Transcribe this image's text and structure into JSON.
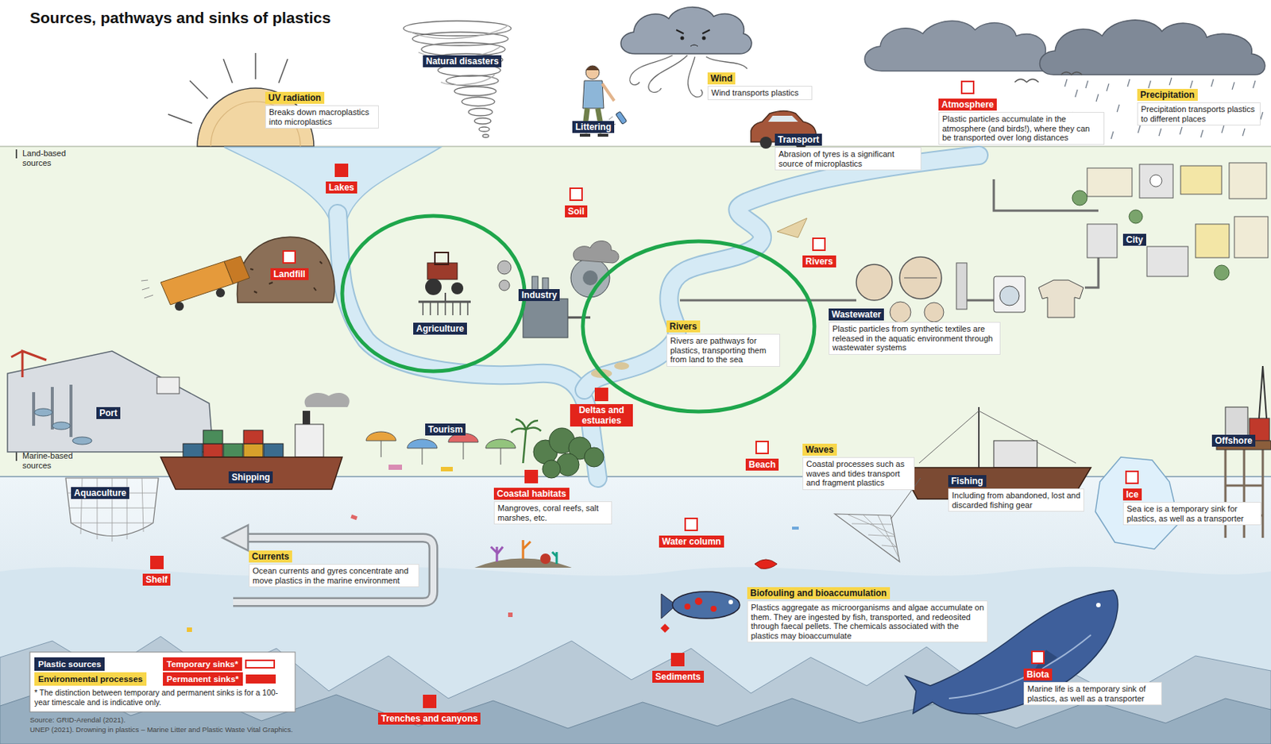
{
  "diagram": {
    "title": "Sources, pathways and sinks of plastics",
    "nodes": [
      {
        "text": [
          "UV radiation",
          "Breaks down macroplastics into microplastics"
        ]
      },
      {
        "text": [
          "Natural disasters"
        ]
      },
      {
        "text": [
          "Littering"
        ]
      },
      {
        "text": [
          "Wind",
          "Wind transports plastics"
        ]
      },
      {
        "text": [
          "Transport",
          "Abrasion of tyres is a significant source of microplastics"
        ]
      },
      {
        "text": [
          "Atmosphere",
          "Plastic particles accumulate in the atmosphere (and birds!), where they can be transported over long distances"
        ]
      },
      {
        "text": [
          "Precipitation",
          "Precipitation transports plastics to different places"
        ]
      },
      {
        "text": [
          "Lakes"
        ]
      },
      {
        "text": [
          "Soil"
        ]
      },
      {
        "text": [
          "Landfill"
        ]
      },
      {
        "text": [
          "Rivers"
        ]
      },
      {
        "text": [
          "City"
        ]
      },
      {
        "text": [
          "Industry"
        ]
      },
      {
        "text": [
          "Agriculture"
        ]
      },
      {
        "text": [
          "Rivers",
          "Rivers are pathways for plastics, transporting them from land to the sea"
        ]
      },
      {
        "text": [
          "Wastewater",
          "Plastic particles from synthetic textiles are released in the aquatic environment through wastewater systems"
        ]
      },
      {
        "text": [
          "Port"
        ]
      },
      {
        "text": [
          "Deltas and estuaries"
        ]
      },
      {
        "text": [
          "Tourism"
        ]
      },
      {
        "text": [
          "Offshore"
        ]
      },
      {
        "text": [
          "Waves",
          "Coastal processes such as waves and tides transport and fragment plastics"
        ]
      },
      {
        "text": [
          "Beach"
        ]
      },
      {
        "text": [
          "Shipping"
        ]
      },
      {
        "text": [
          "Fishing",
          "Including from abandoned, lost and discarded fishing gear"
        ]
      },
      {
        "text": [
          "Coastal habitats",
          "Mangroves, coral reefs, salt marshes, etc."
        ]
      },
      {
        "text": [
          "Aquaculture"
        ]
      },
      {
        "text": [
          "Ice",
          "Sea ice is a temporary sink for plastics, as well as a transporter"
        ]
      },
      {
        "text": [
          "Water column"
        ]
      },
      {
        "text": [
          "Currents",
          "Ocean currents and gyres concentrate and move plastics in the marine environment"
        ]
      },
      {
        "text": [
          "Shelf"
        ]
      },
      {
        "text": [
          "Biofouling and bioaccumulation",
          "Plastics aggregate as microorganisms and algae accumulate on them. They are ingested by fish, transported, and redeosited through faecal pellets. The chemicals associated with the plastics may bioaccumulate"
        ]
      },
      {
        "text": [
          "Sediments"
        ]
      },
      {
        "text": [
          "Biota",
          "Marine life is a temporary sink of plastics, as well as a transporter"
        ]
      },
      {
        "text": [
          "Trenches and canyons"
        ]
      }
    ],
    "labels": [
      "Land-based sources",
      "Marine-based sources",
      "* The distinction between temporary and permanent sinks is for a 100-year timescale and is indicative only.",
      "Source: GRID-Arendal (2021).",
      "UNEP (2021). Drowning in plastics – Marine Litter and Plastic Waste Vital Graphics."
    ],
    "legend": [
      {
        "text": "Plastic sources",
        "color": "#1c2b4e"
      },
      {
        "text": "Environmental processes",
        "color": "#f8d64a"
      },
      {
        "text": "Temporary sinks*"
      },
      {
        "text": "Permanent sinks*",
        "color": "#e3241b"
      }
    ]
  }
}
